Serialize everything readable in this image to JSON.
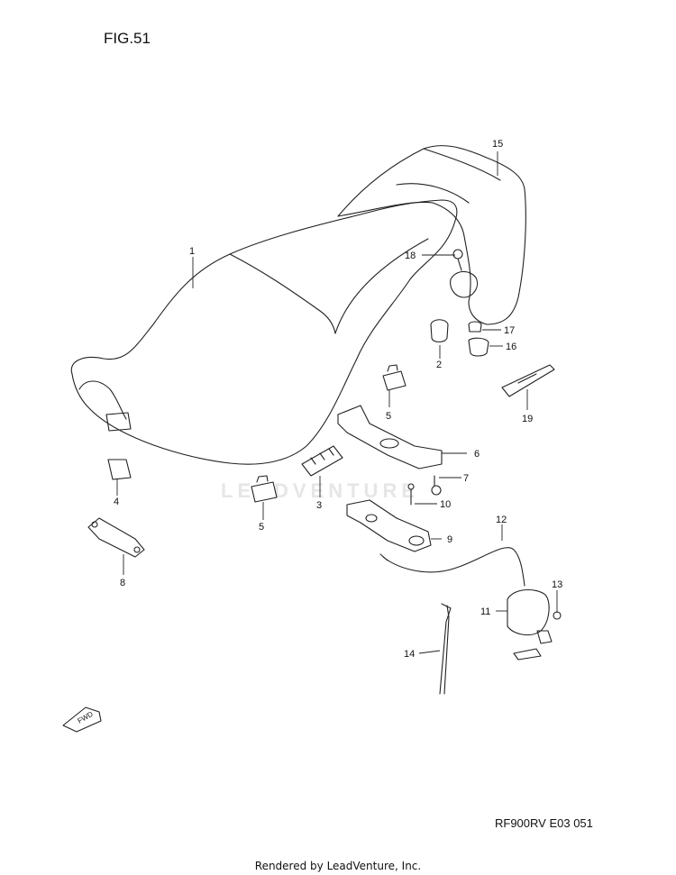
{
  "figure_label": "FIG.51",
  "model_code": "RF900RV E03  051",
  "watermark": "LEADVENTURE",
  "credit": "Rendered by LeadVenture, Inc.",
  "fwd_label": "FWD",
  "callouts": [
    "1",
    "2",
    "3",
    "4",
    "5",
    "5",
    "6",
    "7",
    "8",
    "9",
    "10",
    "11",
    "12",
    "13",
    "14",
    "15",
    "16",
    "17",
    "18",
    "19"
  ]
}
